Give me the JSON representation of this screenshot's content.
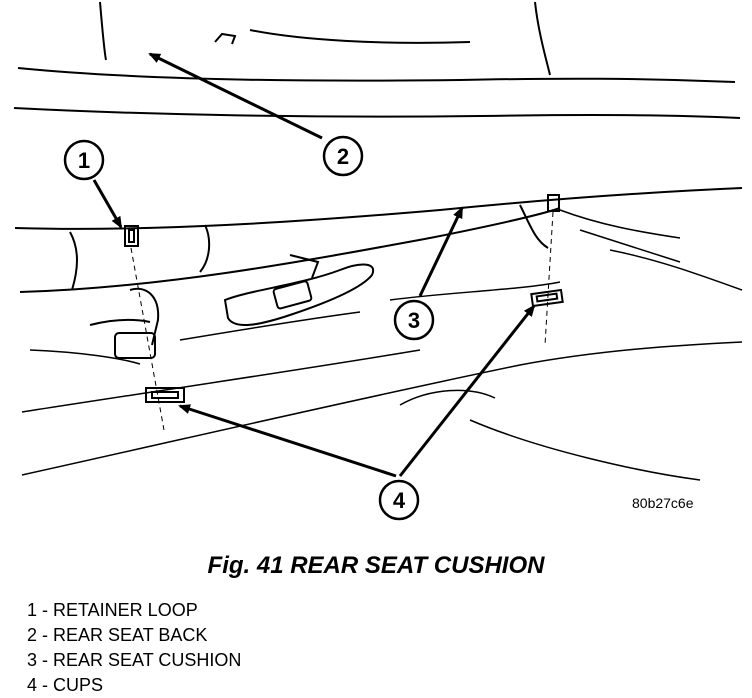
{
  "figure": {
    "caption": "Fig. 41 REAR SEAT CUSHION",
    "image_id": "80b27c6e",
    "callouts": [
      "1",
      "2",
      "3",
      "4"
    ]
  },
  "legend": [
    {
      "text": "1 - RETAINER LOOP"
    },
    {
      "text": "2 - REAR SEAT BACK"
    },
    {
      "text": "3 - REAR SEAT CUSHION"
    },
    {
      "text": "4 - CUPS"
    }
  ]
}
